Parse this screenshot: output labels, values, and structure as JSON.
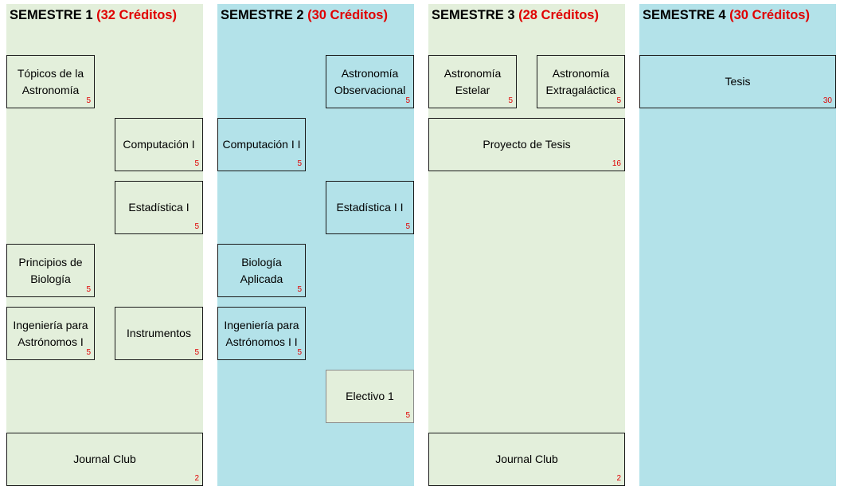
{
  "semesters": [
    {
      "label": "SEMESTRE 1",
      "credits": "(32 Créditos)"
    },
    {
      "label": "SEMESTRE 2",
      "credits": "(30 Créditos)"
    },
    {
      "label": "SEMESTRE 3",
      "credits": "(28 Créditos)"
    },
    {
      "label": "SEMESTRE 4",
      "credits": "(30 Créditos)"
    }
  ],
  "courses": {
    "topicos": {
      "name": "Tópicos de la\nAstronomía",
      "credits": "5"
    },
    "computacion1": {
      "name": "Computación I",
      "credits": "5"
    },
    "estadistica1": {
      "name": "Estadística I",
      "credits": "5"
    },
    "principios_bio": {
      "name": "Principios de\nBiología",
      "credits": "5"
    },
    "ingenieria1": {
      "name": "Ingeniería para\nAstrónomos I",
      "credits": "5"
    },
    "instrumentos": {
      "name": "Instrumentos",
      "credits": "5"
    },
    "journal1": {
      "name": "Journal Club",
      "credits": "2"
    },
    "astro_obs": {
      "name": "Astronomía\nObservacional",
      "credits": "5"
    },
    "computacion2": {
      "name": "Computación I I",
      "credits": "5"
    },
    "estadistica2": {
      "name": "Estadística I I",
      "credits": "5"
    },
    "bio_aplicada": {
      "name": "Biología\nAplicada",
      "credits": "5"
    },
    "ingenieria2": {
      "name": "Ingeniería para\nAstrónomos I I",
      "credits": "5"
    },
    "electivo1": {
      "name": "Electivo 1",
      "credits": "5"
    },
    "astro_estelar": {
      "name": "Astronomía\nEstelar",
      "credits": "5"
    },
    "astro_extra": {
      "name": "Astronomía\nExtragaláctica",
      "credits": "5"
    },
    "proyecto_tesis": {
      "name": "Proyecto de Tesis",
      "credits": "16"
    },
    "journal3": {
      "name": "Journal Club",
      "credits": "2"
    },
    "tesis": {
      "name": "Tesis",
      "credits": "30"
    }
  }
}
